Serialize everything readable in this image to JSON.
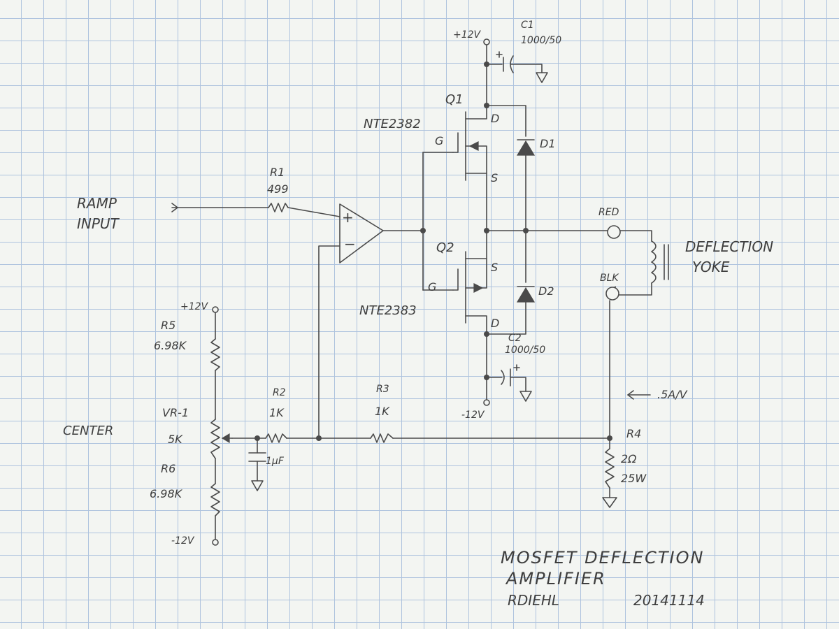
{
  "title": {
    "line1": "MOSFET DEFLECTION",
    "line2": "AMPLIFIER",
    "author": "RDIEHL",
    "date": "20141114"
  },
  "input": {
    "line1": "RAMP",
    "line2": "INPUT"
  },
  "supply": {
    "pos": "+12V",
    "neg": "-12V"
  },
  "components": {
    "r1": {
      "ref": "R1",
      "value": "499"
    },
    "r2": {
      "ref": "R2",
      "value": "1K"
    },
    "r3": {
      "ref": "R3",
      "value": "1K"
    },
    "r4": {
      "ref": "R4",
      "value1": "2Ω",
      "value2": "25W"
    },
    "r5": {
      "ref": "R5",
      "value": "6.98K"
    },
    "r6": {
      "ref": "R6",
      "value": "6.98K"
    },
    "vr1": {
      "ref": "VR-1",
      "value": "5K",
      "label": "CENTER"
    },
    "c1": {
      "ref": "C1",
      "value": "1000/50"
    },
    "c2": {
      "ref": "C2",
      "value": "1000/50"
    },
    "c3": {
      "value": "1µF"
    },
    "q1": {
      "ref": "Q1",
      "part": "NTE2382",
      "g": "G",
      "d": "D",
      "s": "S"
    },
    "q2": {
      "ref": "Q2",
      "part": "NTE2383",
      "g": "G",
      "d": "D",
      "s": "S"
    },
    "d1": {
      "ref": "D1"
    },
    "d2": {
      "ref": "D2"
    },
    "opamp": {
      "plus": "+",
      "minus": "−"
    }
  },
  "yoke": {
    "line1": "DEFLECTION",
    "line2": "YOKE",
    "red": "RED",
    "blk": "BLK"
  },
  "sense": {
    "label": ".5A/V"
  }
}
